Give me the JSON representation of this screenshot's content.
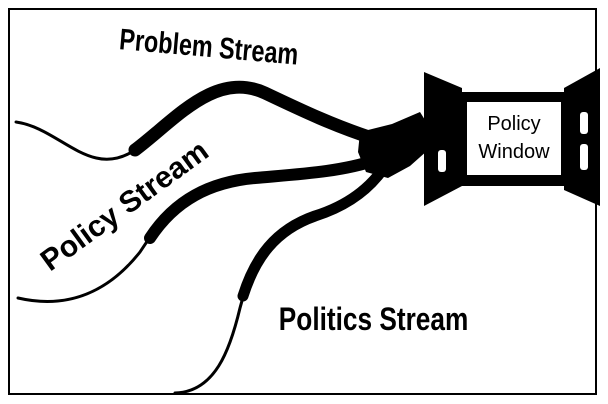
{
  "diagram": {
    "streams": [
      {
        "id": "problem",
        "label": "Problem Stream"
      },
      {
        "id": "policy",
        "label": "Policy Stream"
      },
      {
        "id": "politics",
        "label": "Politics Stream"
      }
    ],
    "window": {
      "line1": "Policy",
      "line2": "Window"
    }
  }
}
